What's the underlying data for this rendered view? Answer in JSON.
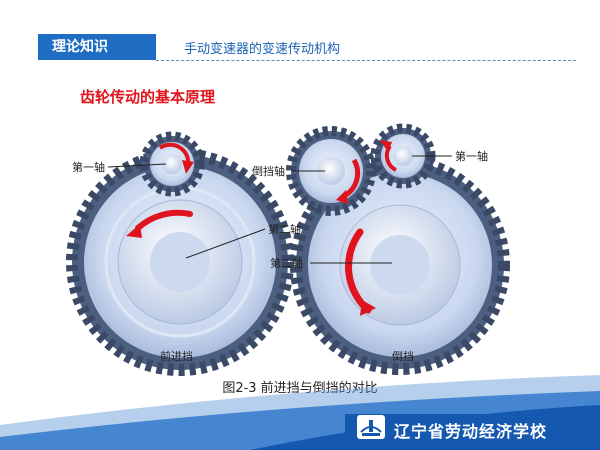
{
  "header": {
    "section_label": "理论知识",
    "page_title": "手动变速器的变速传动机构"
  },
  "section_title": "齿轮传动的基本原理",
  "diagram": {
    "forward": {
      "label_shaft1": "第一轴",
      "label_shaft2": "第二轴",
      "bottom_label": "前进挡"
    },
    "reverse": {
      "label_reverse_shaft": "倒挡轴",
      "label_shaft1": "第一轴",
      "label_shaft2": "第二轴",
      "bottom_label": "倒挡"
    },
    "colors": {
      "gear_dark": "#4d5f80",
      "gear_light": "#c9d7ef",
      "arrow": "#e0141e"
    }
  },
  "caption": "图2-3  前进挡与倒挡的对比",
  "footer": {
    "school_name": "辽宁省劳动经济学校",
    "logo_icon": "school-logo-icon"
  }
}
